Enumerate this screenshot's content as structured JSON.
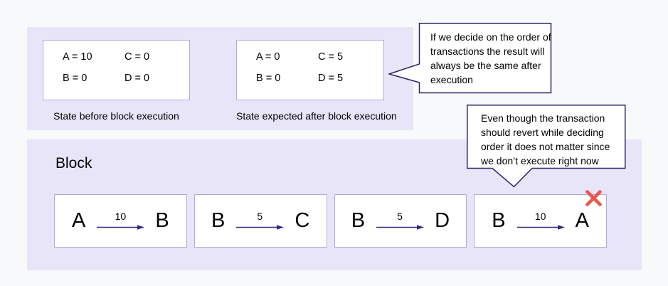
{
  "colors": {
    "page_background": "#f8f9fa",
    "panel_background": "#e8e5f9",
    "card_border": "#b2a8e2",
    "bubble_border": "#2e2266",
    "arrow": "#312a7d",
    "reject_x": "#ec5549",
    "text": "#000000"
  },
  "state_panel": {
    "before": {
      "values": [
        "A = 10",
        "C = 0",
        "B = 0",
        "D = 0"
      ],
      "caption": "State before block execution"
    },
    "after": {
      "values": [
        "A = 0",
        "C = 5",
        "B = 0",
        "D = 5"
      ],
      "caption": "State expected after block execution"
    }
  },
  "callouts": {
    "deterministic_order": "If we decide on the order of transactions the result will always be the same after execution",
    "revert_note": "Even though the transaction should revert while deciding order it does not matter since we don’t execute right now"
  },
  "block": {
    "title": "Block",
    "transactions": [
      {
        "from": "A",
        "amount": "10",
        "to": "B",
        "rejected": false
      },
      {
        "from": "B",
        "amount": "5",
        "to": "C",
        "rejected": false
      },
      {
        "from": "B",
        "amount": "5",
        "to": "D",
        "rejected": false
      },
      {
        "from": "B",
        "amount": "10",
        "to": "A",
        "rejected": true
      }
    ]
  }
}
